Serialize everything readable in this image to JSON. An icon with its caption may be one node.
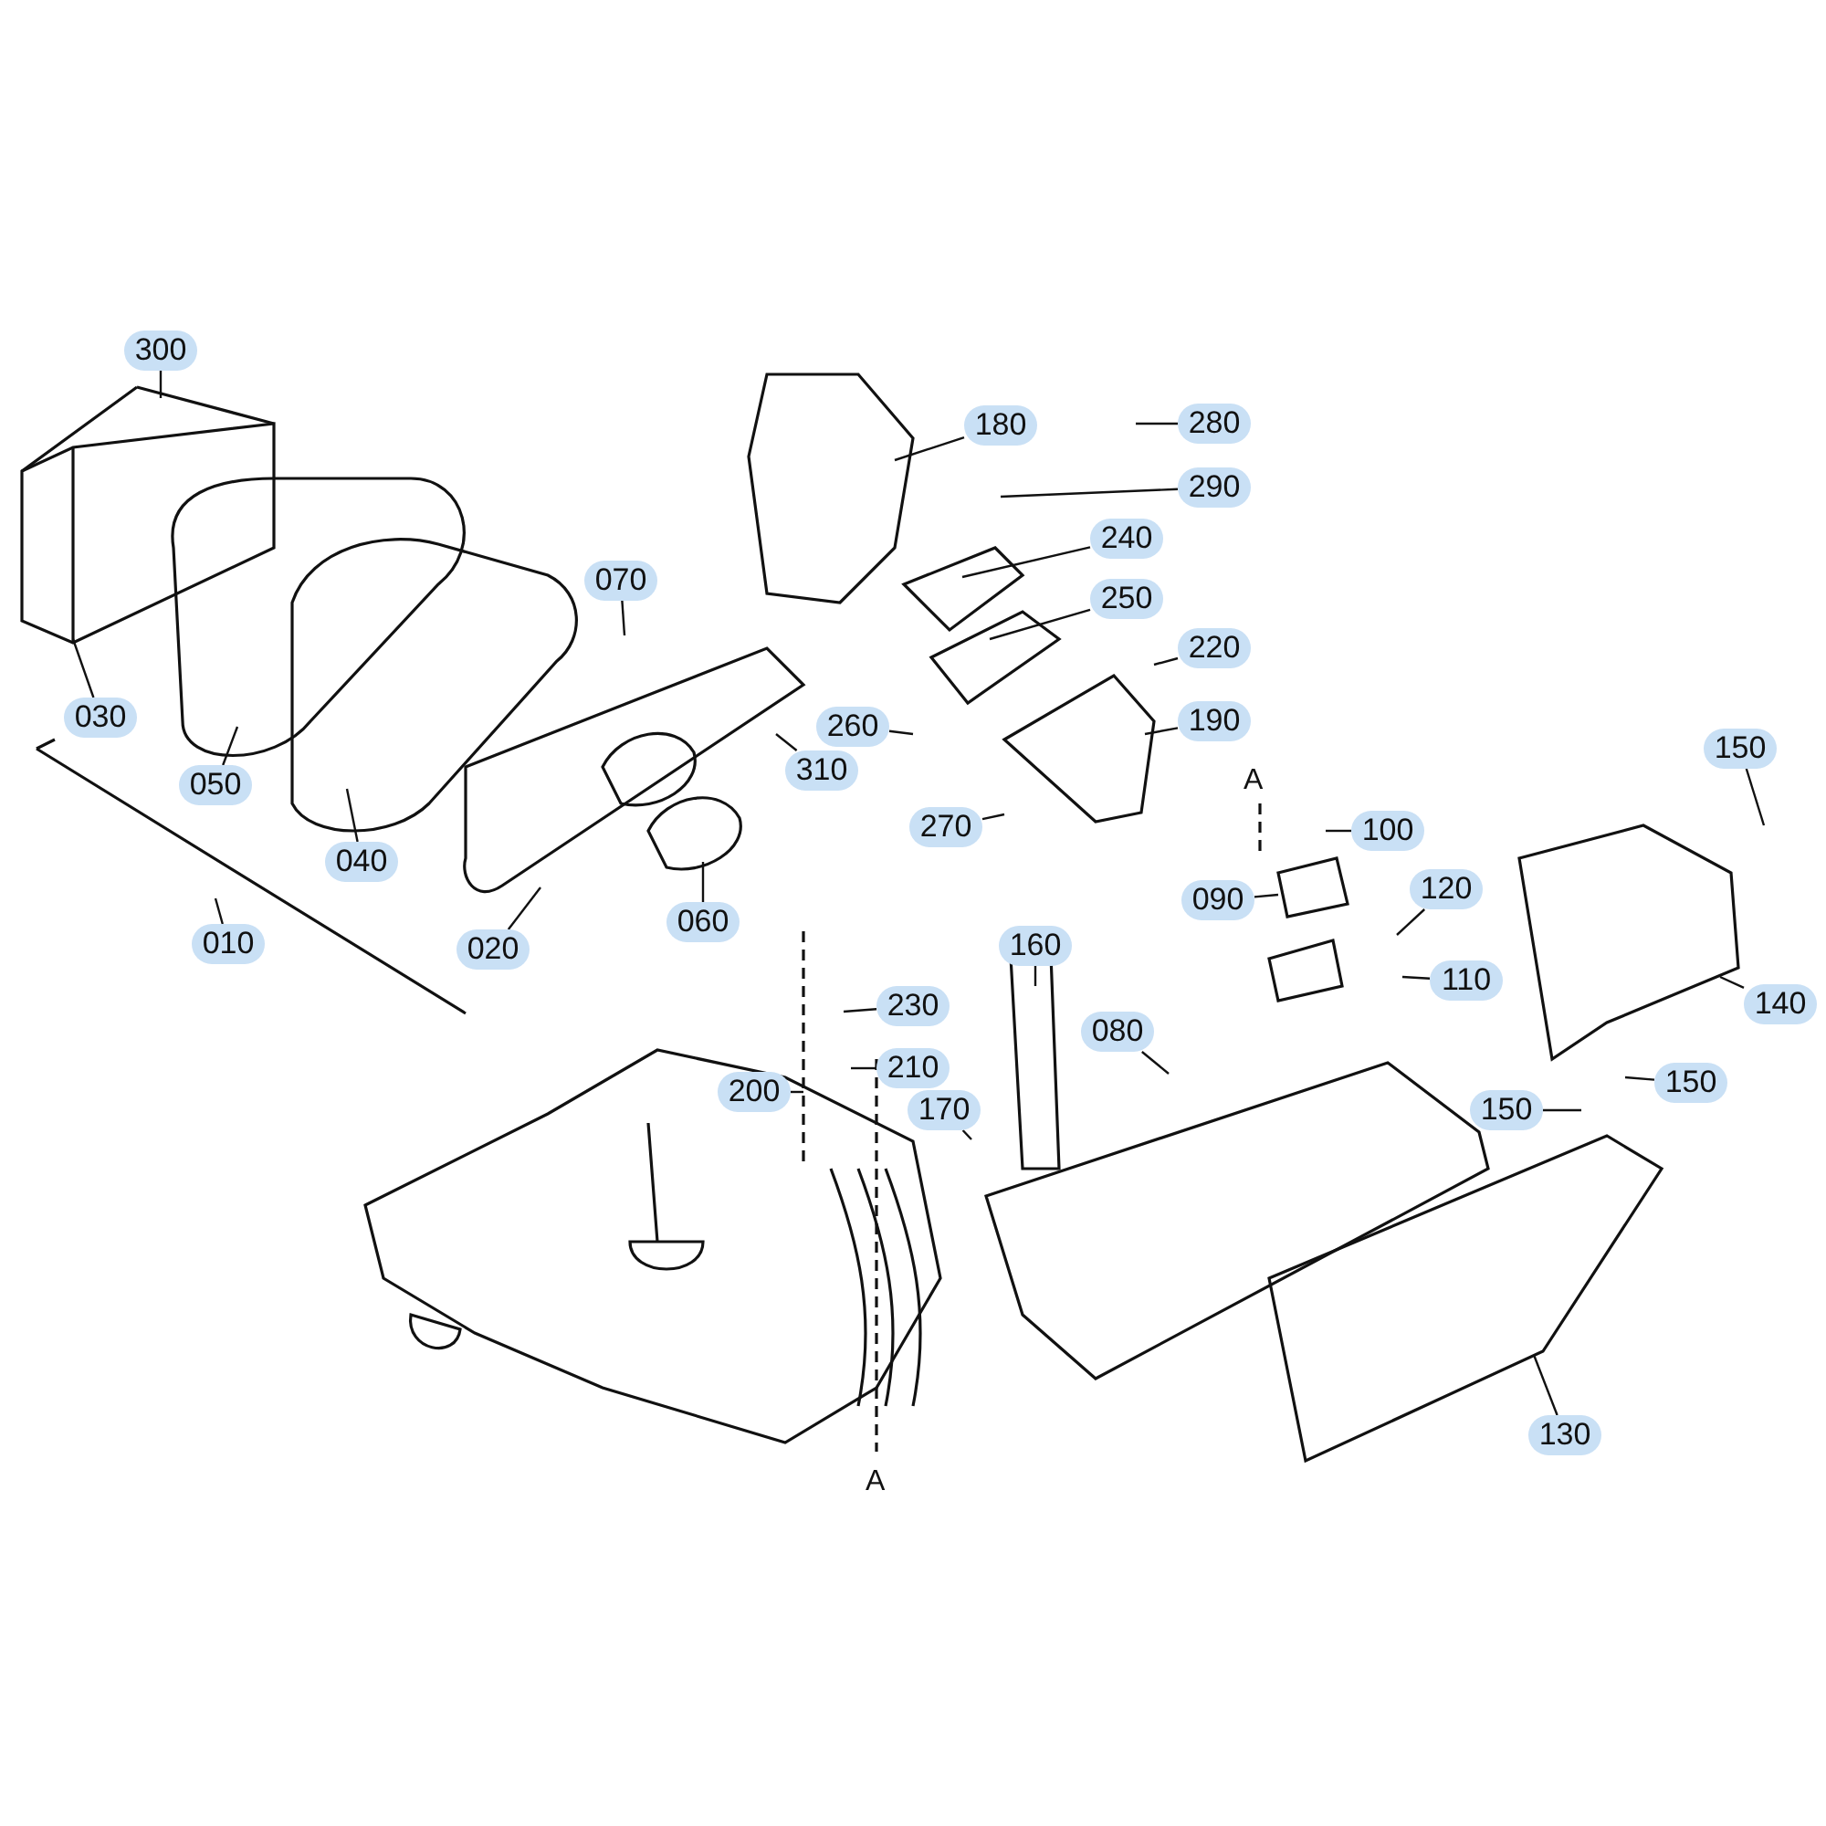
{
  "diagram": {
    "nodes": [
      {
        "text": [
          "300"
        ]
      },
      {
        "text": [
          "180"
        ]
      },
      {
        "text": [
          "280"
        ]
      },
      {
        "text": [
          "290"
        ]
      },
      {
        "text": [
          "240"
        ]
      },
      {
        "text": [
          "070"
        ]
      },
      {
        "text": [
          "250"
        ]
      },
      {
        "text": [
          "220"
        ]
      },
      {
        "text": [
          "030"
        ]
      },
      {
        "text": [
          "260"
        ]
      },
      {
        "text": [
          "190"
        ]
      },
      {
        "text": [
          "150"
        ]
      },
      {
        "text": [
          "310"
        ]
      },
      {
        "text": [
          "050"
        ]
      },
      {
        "text": [
          "100"
        ]
      },
      {
        "text": [
          "270"
        ]
      },
      {
        "text": [
          "040"
        ]
      },
      {
        "text": [
          "120"
        ]
      },
      {
        "text": [
          "090"
        ]
      },
      {
        "text": [
          "020"
        ]
      },
      {
        "text": [
          "060"
        ]
      },
      {
        "text": [
          "010"
        ]
      },
      {
        "text": [
          "110"
        ]
      },
      {
        "text": [
          "160"
        ]
      },
      {
        "text": [
          "140"
        ]
      },
      {
        "text": [
          "230"
        ]
      },
      {
        "text": [
          "080"
        ]
      },
      {
        "text": [
          "210"
        ]
      },
      {
        "text": [
          "150"
        ]
      },
      {
        "text": [
          "200"
        ]
      },
      {
        "text": [
          "170"
        ]
      },
      {
        "text": [
          "150"
        ]
      },
      {
        "text": [
          "130"
        ]
      }
    ],
    "edges": [
      {
        "from": 0,
        "to": null,
        "arrow": "none"
      },
      {
        "from": 1,
        "to": null,
        "arrow": "none"
      },
      {
        "from": 2,
        "to": null,
        "arrow": "none"
      },
      {
        "from": 3,
        "to": null,
        "arrow": "none"
      },
      {
        "from": 4,
        "to": null,
        "arrow": "none"
      },
      {
        "from": 5,
        "to": null,
        "arrow": "none"
      },
      {
        "from": 6,
        "to": null,
        "arrow": "none"
      },
      {
        "from": 7,
        "to": null,
        "arrow": "none"
      },
      {
        "from": 8,
        "to": null,
        "arrow": "none"
      },
      {
        "from": 9,
        "to": null,
        "arrow": "none"
      },
      {
        "from": 10,
        "to": null,
        "arrow": "none"
      },
      {
        "from": 11,
        "to": null,
        "arrow": "none"
      },
      {
        "from": 12,
        "to": null,
        "arrow": "none"
      },
      {
        "from": 13,
        "to": null,
        "arrow": "none"
      },
      {
        "from": 14,
        "to": null,
        "arrow": "none"
      },
      {
        "from": 15,
        "to": null,
        "arrow": "none"
      },
      {
        "from": 16,
        "to": null,
        "arrow": "none"
      },
      {
        "from": 17,
        "to": null,
        "arrow": "none"
      },
      {
        "from": 18,
        "to": null,
        "arrow": "none"
      },
      {
        "from": 19,
        "to": null,
        "arrow": "none"
      },
      {
        "from": 20,
        "to": null,
        "arrow": "none"
      },
      {
        "from": 21,
        "to": null,
        "arrow": "none"
      },
      {
        "from": 22,
        "to": null,
        "arrow": "none"
      },
      {
        "from": 23,
        "to": null,
        "arrow": "none"
      },
      {
        "from": 24,
        "to": null,
        "arrow": "none"
      },
      {
        "from": 25,
        "to": null,
        "arrow": "none"
      },
      {
        "from": 26,
        "to": null,
        "arrow": "none"
      },
      {
        "from": 27,
        "to": null,
        "arrow": "none"
      },
      {
        "from": 28,
        "to": null,
        "arrow": "none"
      },
      {
        "from": 29,
        "to": null,
        "arrow": "none"
      },
      {
        "from": 30,
        "to": null,
        "arrow": "none"
      },
      {
        "from": 31,
        "to": null,
        "arrow": "none"
      },
      {
        "from": 32,
        "to": null,
        "arrow": "none"
      }
    ],
    "labels": [
      "A",
      "A"
    ]
  }
}
